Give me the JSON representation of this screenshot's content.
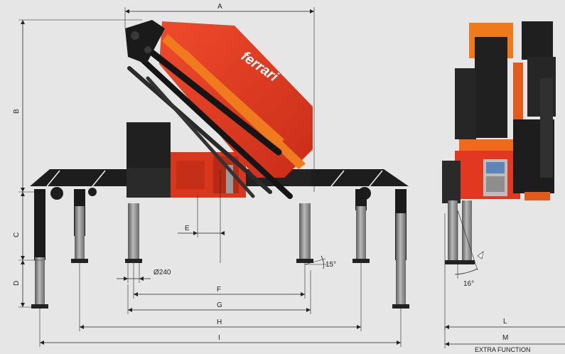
{
  "brand": "ferrari",
  "dimensions": {
    "A": "A",
    "B": "B",
    "C": "C",
    "D": "D",
    "E": "E",
    "F": "F",
    "G": "G",
    "H": "H",
    "I": "I",
    "L": "L",
    "M": "M"
  },
  "annotations": {
    "pad_diameter": "Ø240",
    "tilt_angle_side": "15°",
    "tilt_angle_rear": "16°",
    "extra_function": "EXTRA FUNCTION"
  },
  "colors": {
    "background": "#e6e6e6",
    "crane_red": "#e2381f",
    "crane_orange": "#f07a1e",
    "steel_dark": "#1f1f1f",
    "steel_grey": "#8e8e8e"
  }
}
